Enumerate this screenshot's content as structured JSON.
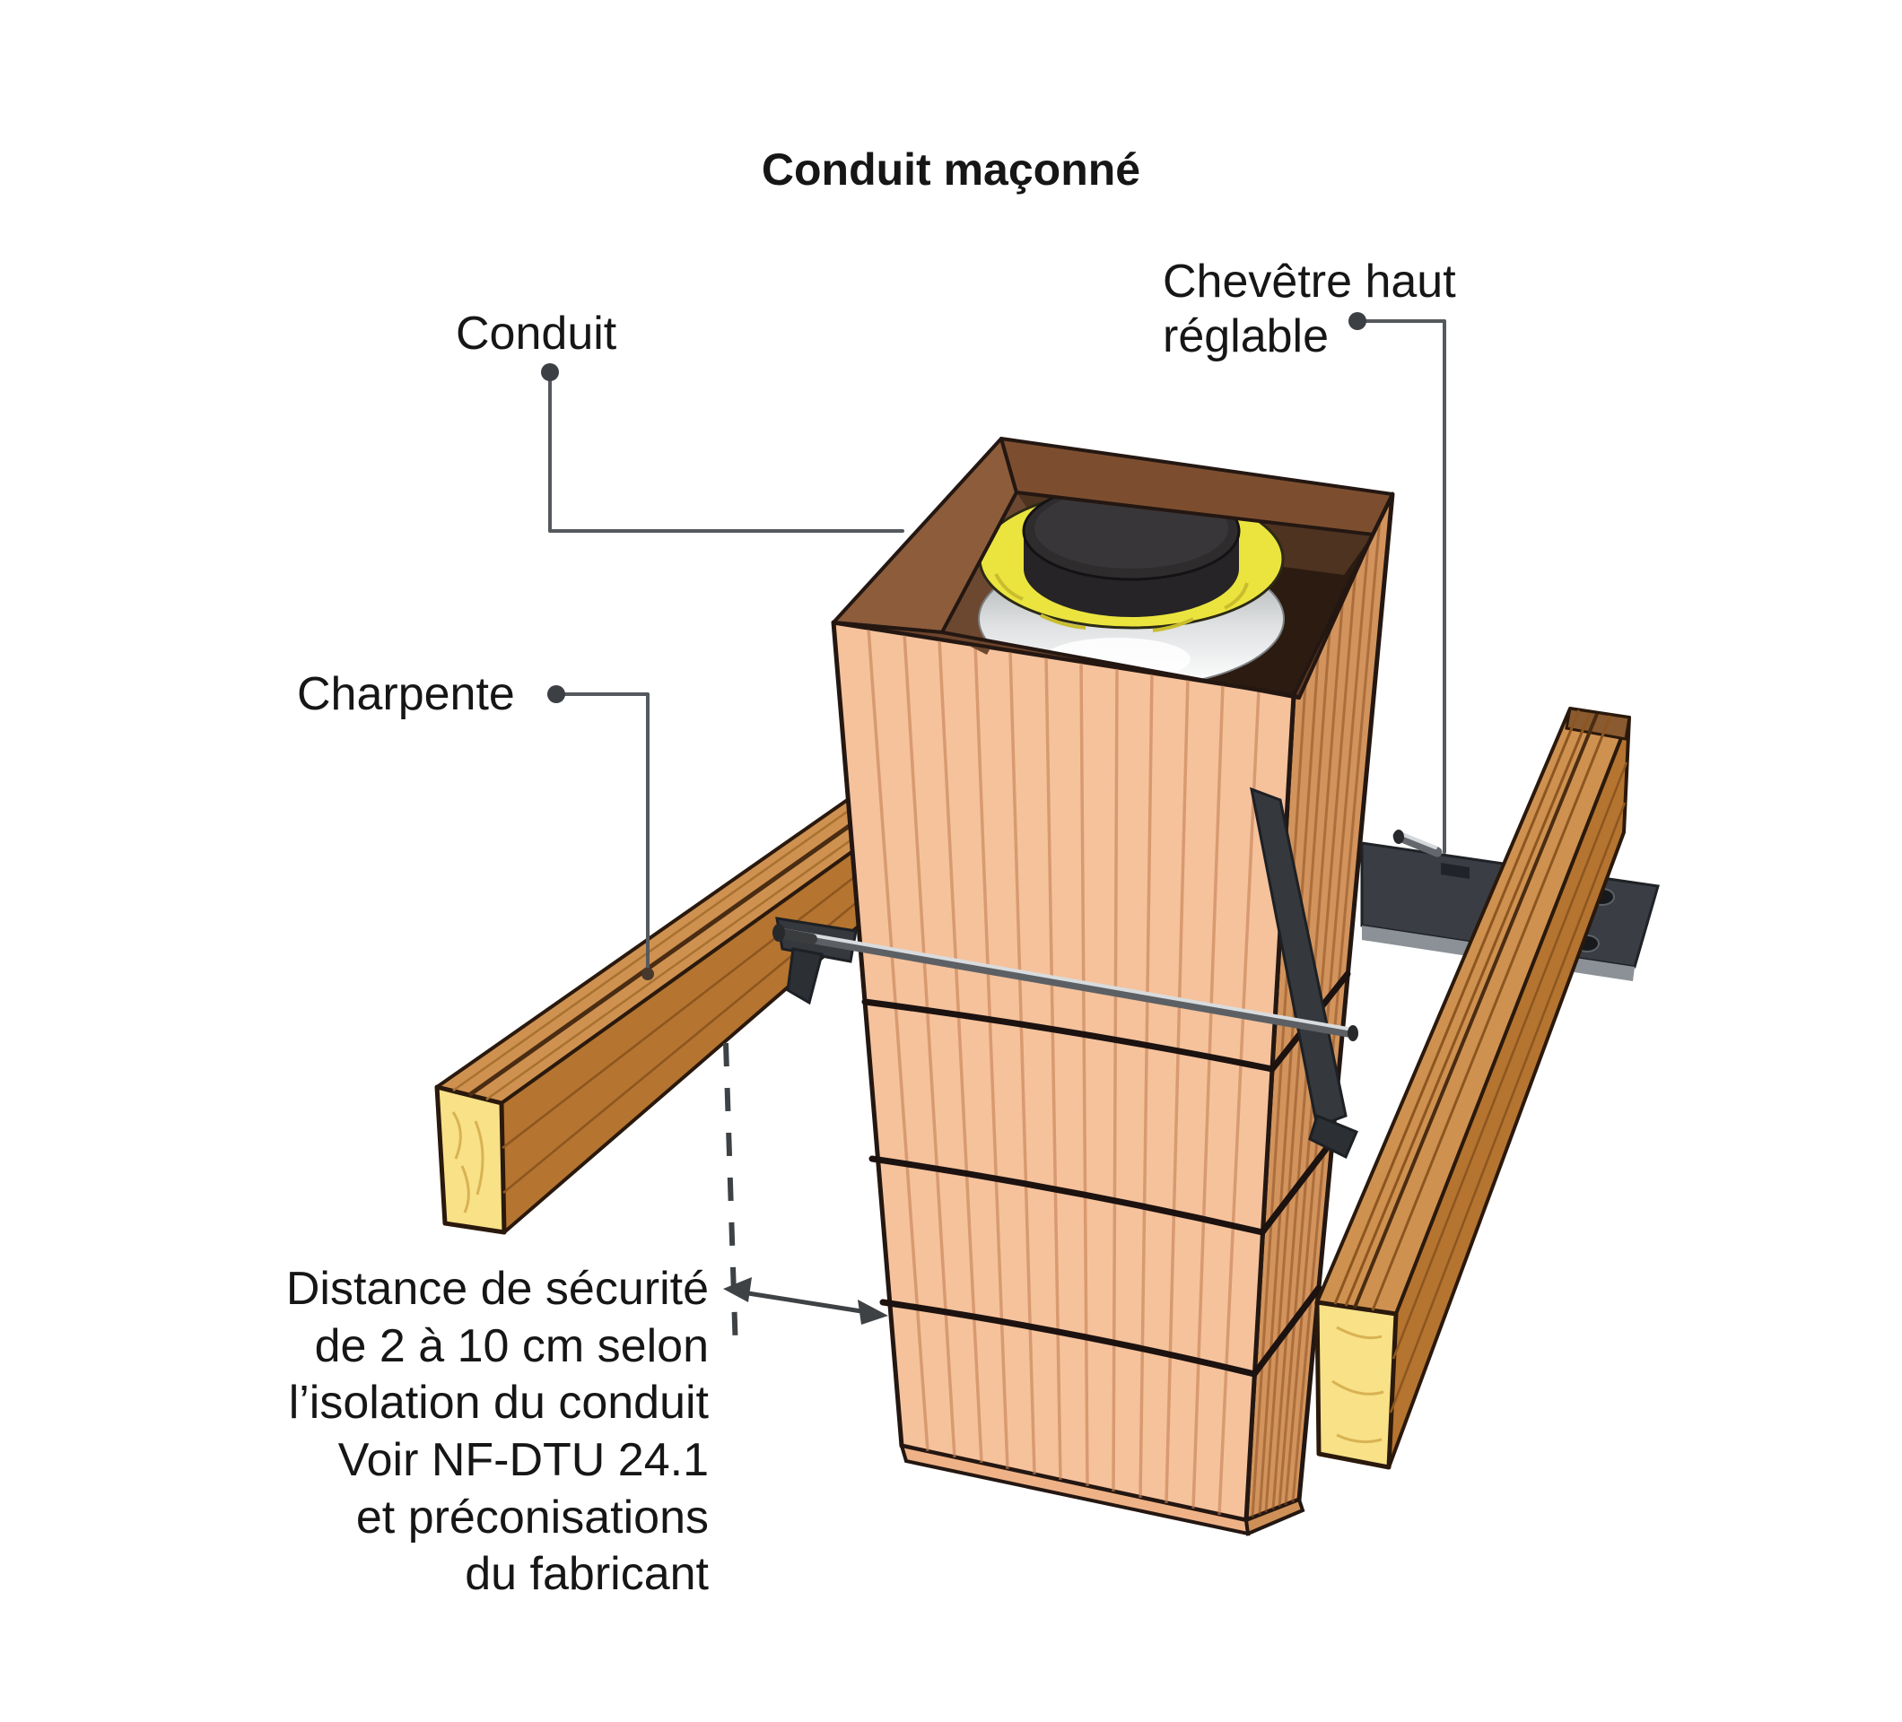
{
  "title": "Conduit maçonné",
  "labels": {
    "conduit": "Conduit",
    "chevetre": "Chevêtre haut\nréglable",
    "charpente": "Charpente",
    "distance_note": "Distance de sécurité\nde 2 à 10 cm selon\nl’isolation du conduit\nVoir NF-DTU 24.1\net préconisations\ndu fabricant"
  },
  "diagram": {
    "parts": [
      {
        "name": "conduit-maconne-column",
        "desc": "masonry flue column made of terracotta blocks"
      },
      {
        "name": "flue-liner",
        "desc": "metal flue liner with yellow insulation collar and dark cap"
      },
      {
        "name": "charpente-left-beam",
        "desc": "wooden roof-frame beam, left side"
      },
      {
        "name": "charpente-right-beam",
        "desc": "wooden roof-frame beam, right side"
      },
      {
        "name": "chevetre-haut-reglable",
        "desc": "adjustable metal trimmer (plate, corner angles, threaded rods)"
      },
      {
        "name": "safety-distance-marker",
        "desc": "dashed line with double-headed arrow showing 2-10 cm safety gap"
      }
    ],
    "colors": {
      "background": "#ffffff",
      "text": "#161616",
      "column_face": "#f5c29c",
      "column_side": "#d2945c",
      "column_plinth": "#efb287",
      "block_joint": "#1c1210",
      "rim_light": "#8c5c3b",
      "rim_dark": "#5d3823",
      "interior": "#2c1b10",
      "inner_wall": "#6d4830",
      "wood_top": "#cf9150",
      "wood_side": "#b5742f",
      "wood_end": "#f8e187",
      "insulation_yellow": "#ebe43e",
      "liner_silver": "#e8eaeb",
      "cap_dark": "#2f2c2e",
      "metal": "#35383d",
      "metal_plate": "#3a3e44",
      "leader": "#55595d",
      "dash": "#3f4245"
    }
  }
}
